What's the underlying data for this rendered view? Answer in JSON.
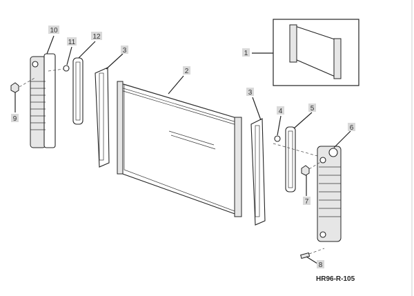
{
  "diagram": {
    "reference": "HR96-R-105",
    "callouts": [
      {
        "id": "1",
        "part": "radiator-assembly"
      },
      {
        "id": "2",
        "part": "radiator-core"
      },
      {
        "id": "3",
        "part": "seal-left"
      },
      {
        "id": "3",
        "part": "seal-right"
      },
      {
        "id": "4",
        "part": "plug-right"
      },
      {
        "id": "5",
        "part": "gasket-right"
      },
      {
        "id": "6",
        "part": "tank-right"
      },
      {
        "id": "7",
        "part": "nut-right"
      },
      {
        "id": "8",
        "part": "drain-plug"
      },
      {
        "id": "9",
        "part": "nut-left"
      },
      {
        "id": "10",
        "part": "tank-left"
      },
      {
        "id": "11",
        "part": "plug-left"
      },
      {
        "id": "12",
        "part": "gasket-left"
      }
    ]
  }
}
